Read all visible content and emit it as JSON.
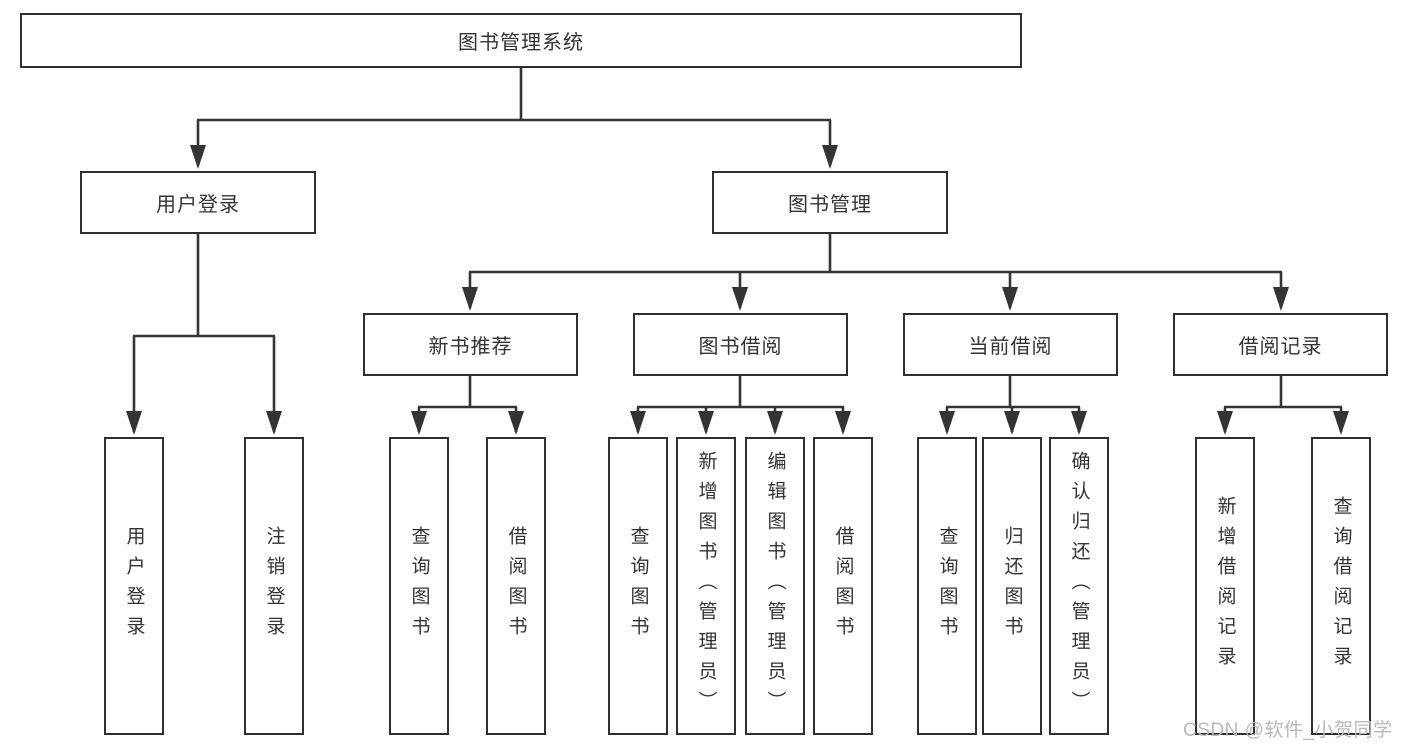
{
  "nodes": {
    "root": {
      "label": "图书管理系统"
    },
    "user_login": {
      "label": "用户登录"
    },
    "book_mgmt": {
      "label": "图书管理"
    },
    "user_login_leaf": {
      "label": "用户登录"
    },
    "logout_leaf": {
      "label": "注销登录"
    },
    "new_book_rec": {
      "label": "新书推荐"
    },
    "book_borrow": {
      "label": "图书借阅"
    },
    "current_borrow": {
      "label": "当前借阅"
    },
    "borrow_records": {
      "label": "借阅记录"
    },
    "nb_query": {
      "label": "查询图书"
    },
    "nb_borrow": {
      "label": "借阅图书"
    },
    "bb_query": {
      "label": "查询图书"
    },
    "bb_add": {
      "label": "新增图书（管理员）"
    },
    "bb_edit": {
      "label": "编辑图书（管理员）"
    },
    "bb_borrow": {
      "label": "借阅图书"
    },
    "cb_query": {
      "label": "查询图书"
    },
    "cb_return": {
      "label": "归还图书"
    },
    "cb_confirm": {
      "label": "确认归还（管理员）"
    },
    "br_add": {
      "label": "新增借阅记录"
    },
    "br_query": {
      "label": "查询借阅记录"
    }
  },
  "edges": [
    {
      "from": "root",
      "to": "user_login"
    },
    {
      "from": "root",
      "to": "book_mgmt"
    },
    {
      "from": "user_login",
      "to": "user_login_leaf"
    },
    {
      "from": "user_login",
      "to": "logout_leaf"
    },
    {
      "from": "book_mgmt",
      "to": "new_book_rec"
    },
    {
      "from": "book_mgmt",
      "to": "book_borrow"
    },
    {
      "from": "book_mgmt",
      "to": "current_borrow"
    },
    {
      "from": "book_mgmt",
      "to": "borrow_records"
    },
    {
      "from": "new_book_rec",
      "to": "nb_query"
    },
    {
      "from": "new_book_rec",
      "to": "nb_borrow"
    },
    {
      "from": "book_borrow",
      "to": "bb_query"
    },
    {
      "from": "book_borrow",
      "to": "bb_add"
    },
    {
      "from": "book_borrow",
      "to": "bb_edit"
    },
    {
      "from": "book_borrow",
      "to": "bb_borrow"
    },
    {
      "from": "current_borrow",
      "to": "cb_query"
    },
    {
      "from": "current_borrow",
      "to": "cb_return"
    },
    {
      "from": "current_borrow",
      "to": "cb_confirm"
    },
    {
      "from": "borrow_records",
      "to": "br_add"
    },
    {
      "from": "borrow_records",
      "to": "br_query"
    }
  ],
  "watermark": "CSDN @软件_小贺同学",
  "colors": {
    "line": "#343434",
    "box_border": "#2f2f2f",
    "box_fill": "#ffffff",
    "text": "#333333",
    "watermark": "#b9b9b9"
  }
}
